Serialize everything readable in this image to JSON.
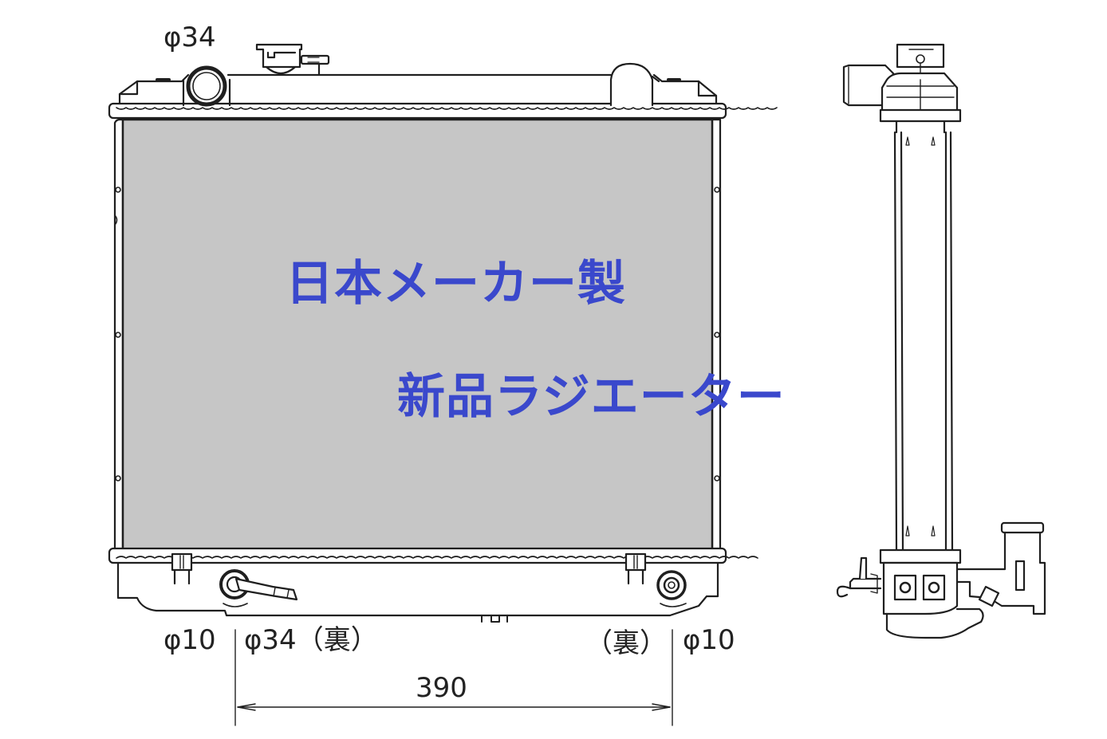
{
  "diagram": {
    "title": "Radiator dimensional drawing",
    "colors": {
      "core_fill": "#c6c6c6",
      "line": "#1f1f1f",
      "overlay_text": "#3a48cc",
      "background": "#ffffff"
    },
    "overlay": {
      "line1": "日本メーカー製",
      "line2": "新品ラジエーター"
    },
    "dimensions": {
      "top_inlet": "φ34",
      "bottom_left_port": "φ10",
      "bottom_outlet": "φ34（裏）",
      "bottom_right_back": "（裏）",
      "bottom_right_port": "φ10",
      "width": "390"
    },
    "views": [
      "front-view",
      "side-view"
    ]
  }
}
